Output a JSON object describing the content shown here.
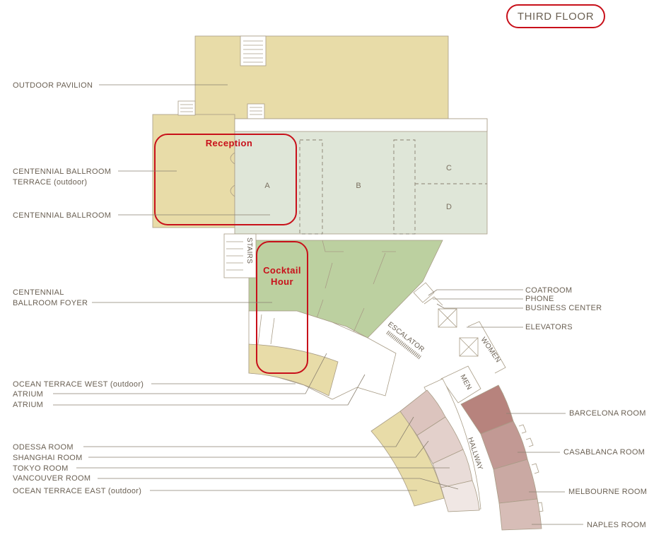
{
  "floor_title": "THIRD FLOOR",
  "events": {
    "reception": "Reception",
    "cocktail_line1": "Cocktail",
    "cocktail_line2": "Hour"
  },
  "room_letters": {
    "a": "A",
    "b": "B",
    "c": "C",
    "d": "D"
  },
  "labels": {
    "outdoor_pavilion": "OUTDOOR PAVILION",
    "ballroom_terrace_line1": "CENTENNIAL BALLROOM",
    "ballroom_terrace_line2": "TERRACE (outdoor)",
    "centennial_ballroom": "CENTENNIAL BALLROOM",
    "foyer_line1": "CENTENNIAL",
    "foyer_line2": "BALLROOM FOYER",
    "ocean_terrace_west": "OCEAN TERRACE WEST (outdoor)",
    "atrium_1": "ATRIUM",
    "atrium_2": "ATRIUM",
    "odessa": "ODESSA ROOM",
    "shanghai": "SHANGHAI ROOM",
    "tokyo": "TOKYO ROOM",
    "vancouver": "VANCOUVER ROOM",
    "ocean_terrace_east": "OCEAN TERRACE EAST (outdoor)",
    "coatroom": "COATROOM",
    "phone": "PHONE",
    "business_center": "BUSINESS CENTER",
    "elevators": "ELEVATORS",
    "barcelona": "BARCELONA ROOM",
    "casablanca": "CASABLANCA ROOM",
    "melbourne": "MELBOURNE ROOM",
    "naples": "NAPLES ROOM"
  },
  "inline_labels": {
    "stairs": "STAIRS",
    "escalator": "ESCALATOR",
    "women": "WOMEN",
    "men": "MEN",
    "hallway": "HALLWAY"
  },
  "colors": {
    "outdoor": "#e8dca8",
    "ballroom": "#dfe6d8",
    "foyer": "#bcd0a0",
    "highlight": "#c8101a",
    "barcelona": "#b7837d",
    "casablanca": "#c29994",
    "melbourne": "#caa9a3",
    "naples": "#d7bdb7",
    "odessa": "#dcc4be",
    "shanghai": "#e3d0cb",
    "tokyo": "#e9dcd8",
    "vancouver": "#f0e7e4"
  }
}
